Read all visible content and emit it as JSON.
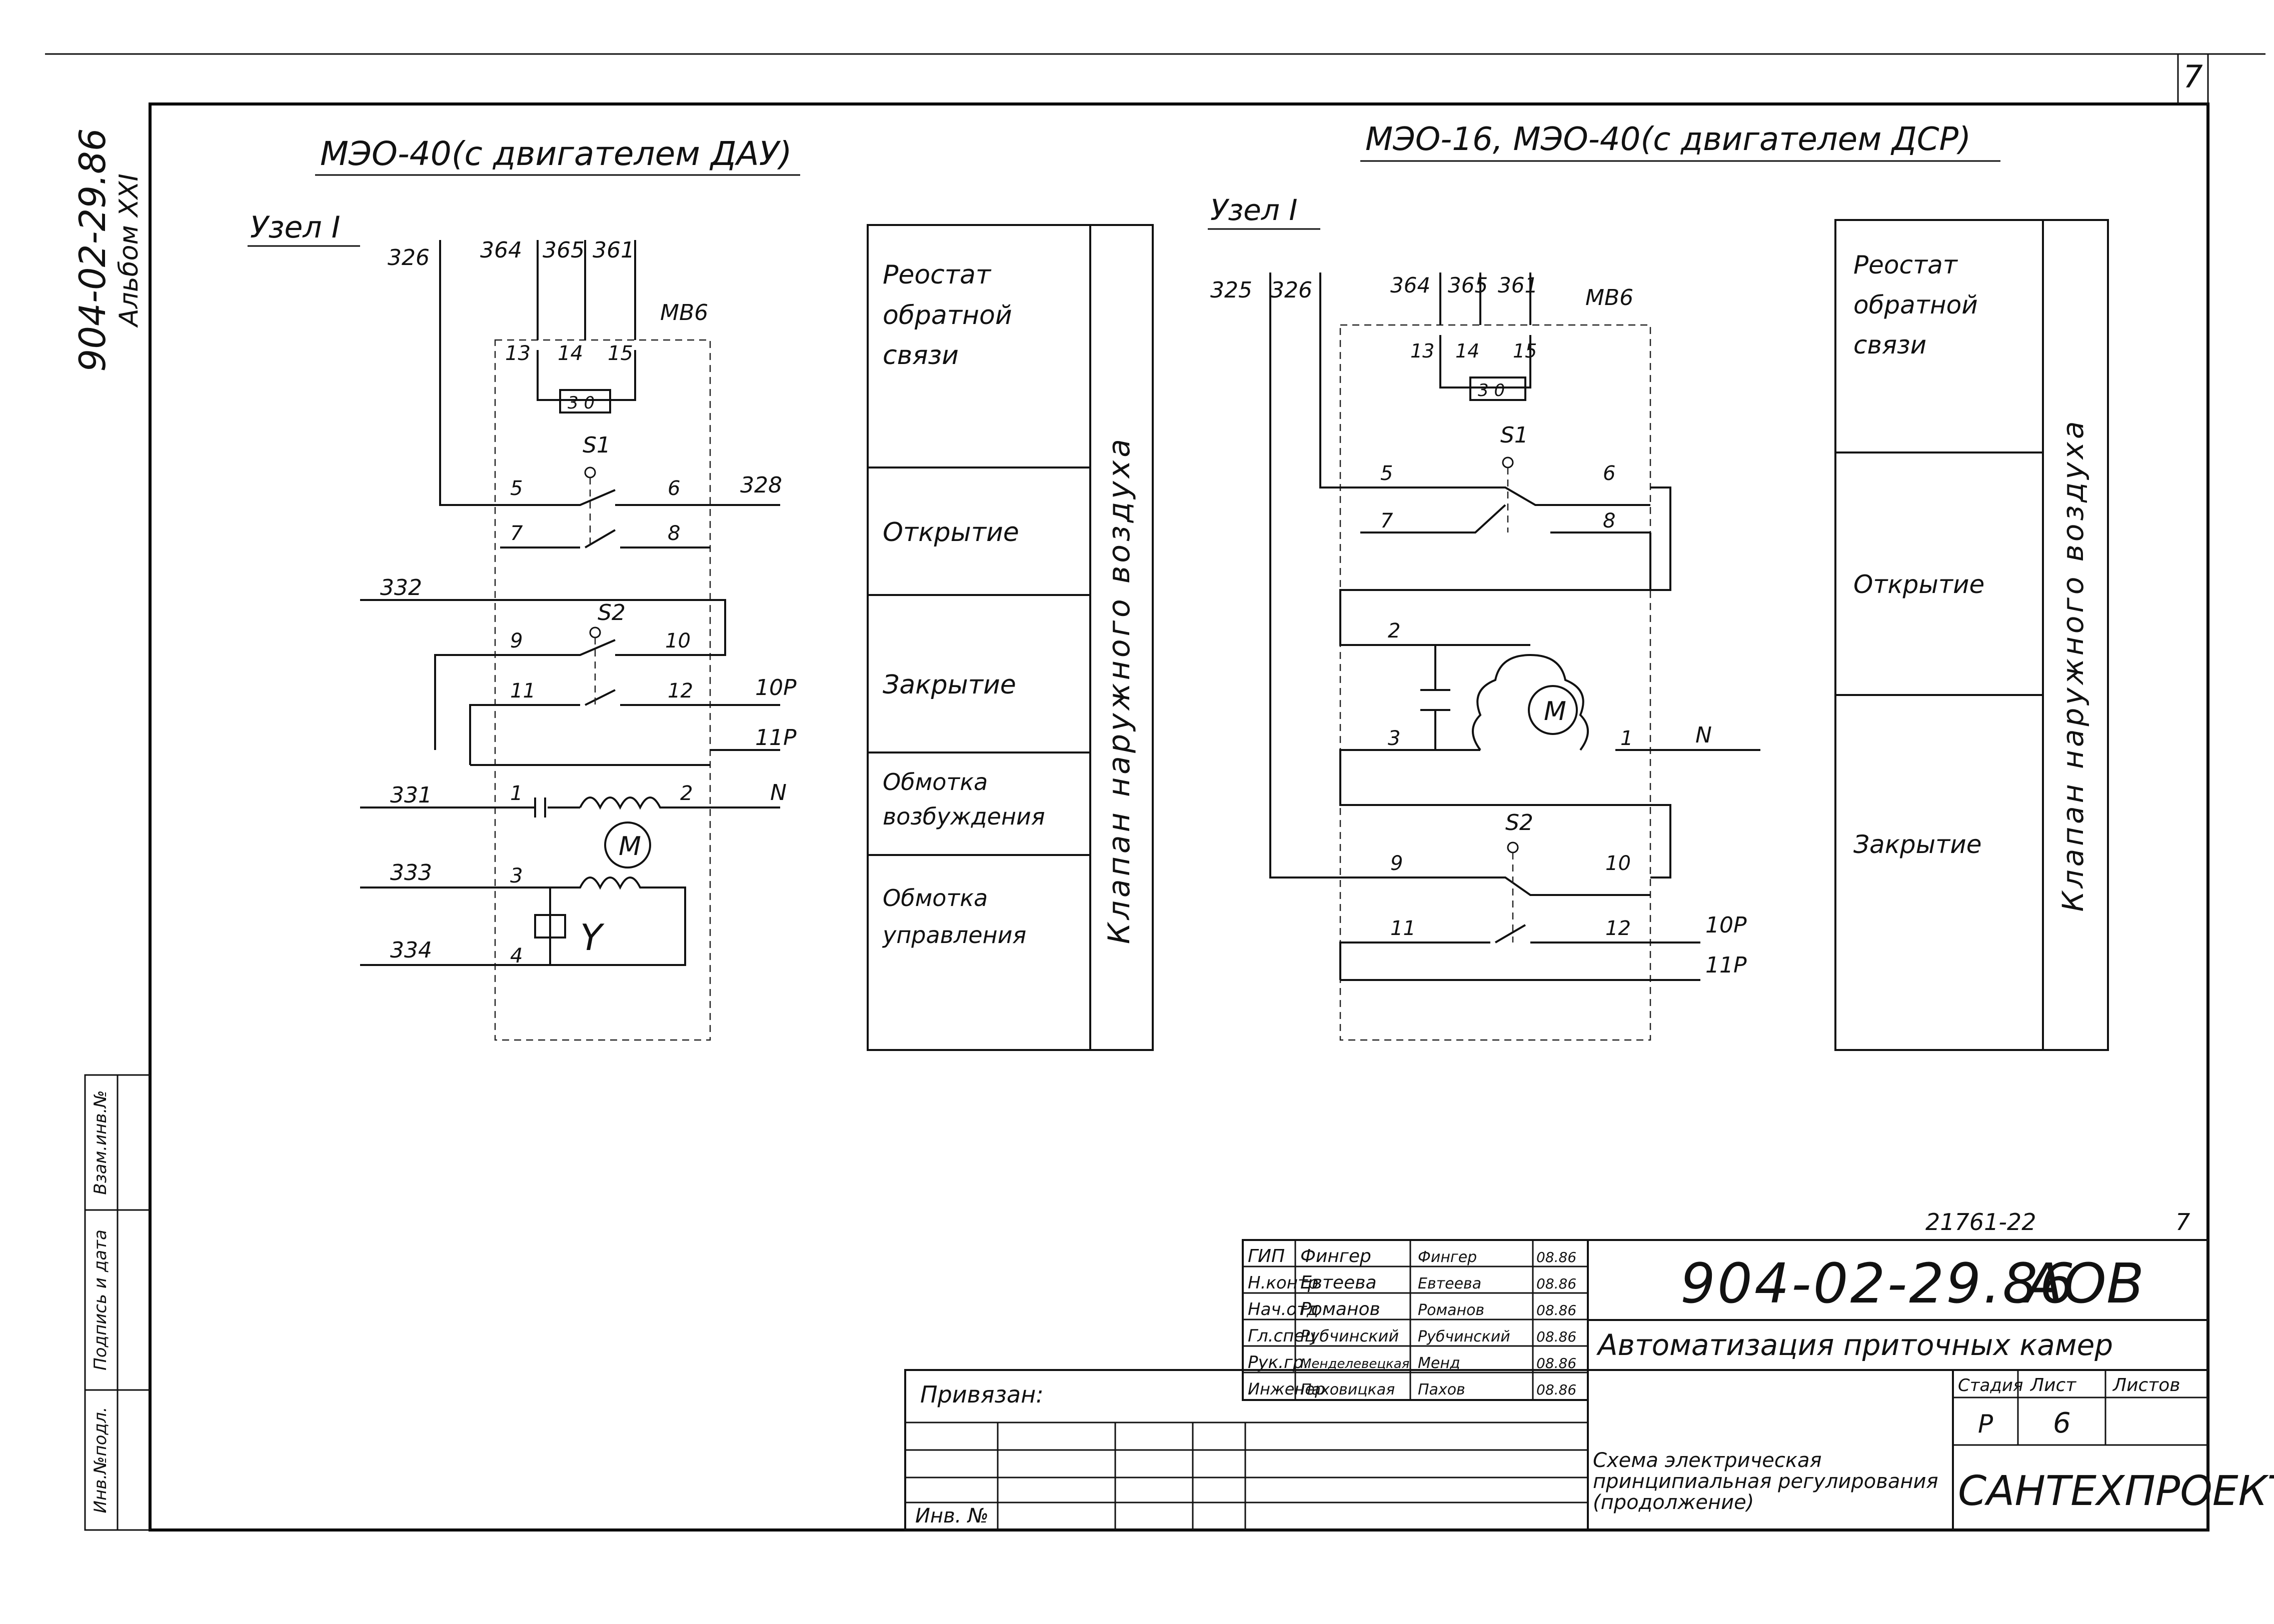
{
  "sheet": {
    "page_number": "7",
    "side_code": "904-02-29.86",
    "album": "Альбом XXI",
    "doc_number": "21761-22",
    "doc_page": "7"
  },
  "left_scheme": {
    "title": "МЭО-40(с двигателем ДАУ)",
    "node_label": "Узел I",
    "wires": [
      "326",
      "364",
      "365",
      "361",
      "328",
      "332",
      "10Р",
      "11Р",
      "331",
      "333",
      "334",
      "N"
    ],
    "block": "МВ6",
    "pins": [
      "13",
      "14",
      "15",
      "5",
      "6",
      "7",
      "8",
      "9",
      "10",
      "11",
      "12",
      "1",
      "2",
      "3",
      "4"
    ],
    "switches": [
      "S1",
      "S2"
    ],
    "resistor_label": "3 0",
    "motor_label": "M",
    "brake_label": "Y"
  },
  "left_legend": {
    "rows": [
      "Реостат обратной связи",
      "Открытие",
      "Закрытие",
      "Обмотка возбуждения",
      "Обмотка управления"
    ],
    "side": "Клапан наружного воздуха"
  },
  "right_scheme": {
    "title": "МЭО-16, МЭО-40(с двигателем ДСР)",
    "node_label": "Узел I",
    "wires": [
      "325",
      "326",
      "364",
      "365",
      "361",
      "N",
      "10Р",
      "11Р"
    ],
    "block": "МВ6",
    "pins": [
      "13",
      "14",
      "15",
      "5",
      "6",
      "7",
      "8",
      "2",
      "3",
      "1",
      "9",
      "10",
      "11",
      "12"
    ],
    "switches": [
      "S1",
      "S2"
    ],
    "resistor_label": "3 0",
    "motor_label": "M"
  },
  "right_legend": {
    "rows": [
      "Реостат обратной связи",
      "Открытие",
      "Закрытие"
    ],
    "side": "Клапан наружного воздуха"
  },
  "title_block": {
    "code": "904-02-29.86",
    "mark": "АОВ",
    "project": "Автоматизация приточных камер",
    "description": "Схема электрическая принципиальная регулирования (продолжение)",
    "org": "САНТЕХПРОЕКТ",
    "stage_header": "Стадия",
    "sheet_header": "Лист",
    "sheets_header": "Листов",
    "stage": "Р",
    "sheet_no": "6",
    "attached": "Привязан:",
    "inv": "Инв. №",
    "staff": [
      {
        "role": "ГИП",
        "name": "Фингер",
        "sign": "Фингер",
        "date": "08.86"
      },
      {
        "role": "Н.контр",
        "name": "Евтеева",
        "sign": "Евтеева",
        "date": "08.86"
      },
      {
        "role": "Нач.отд",
        "name": "Романов",
        "sign": "Романов",
        "date": "08.86"
      },
      {
        "role": "Гл.спец",
        "name": "Рубчинский",
        "sign": "Рубчинский",
        "date": "08.86"
      },
      {
        "role": "Рук.гр.",
        "name": "Менделевецкая",
        "sign": "Менд",
        "date": "08.86"
      },
      {
        "role": "Инженер",
        "name": "Паховицкая",
        "sign": "Пахов",
        "date": "08.86"
      }
    ]
  },
  "side_stamp": [
    "Инв.№подл.",
    "Подпись и дата",
    "Взам.инв.№"
  ]
}
